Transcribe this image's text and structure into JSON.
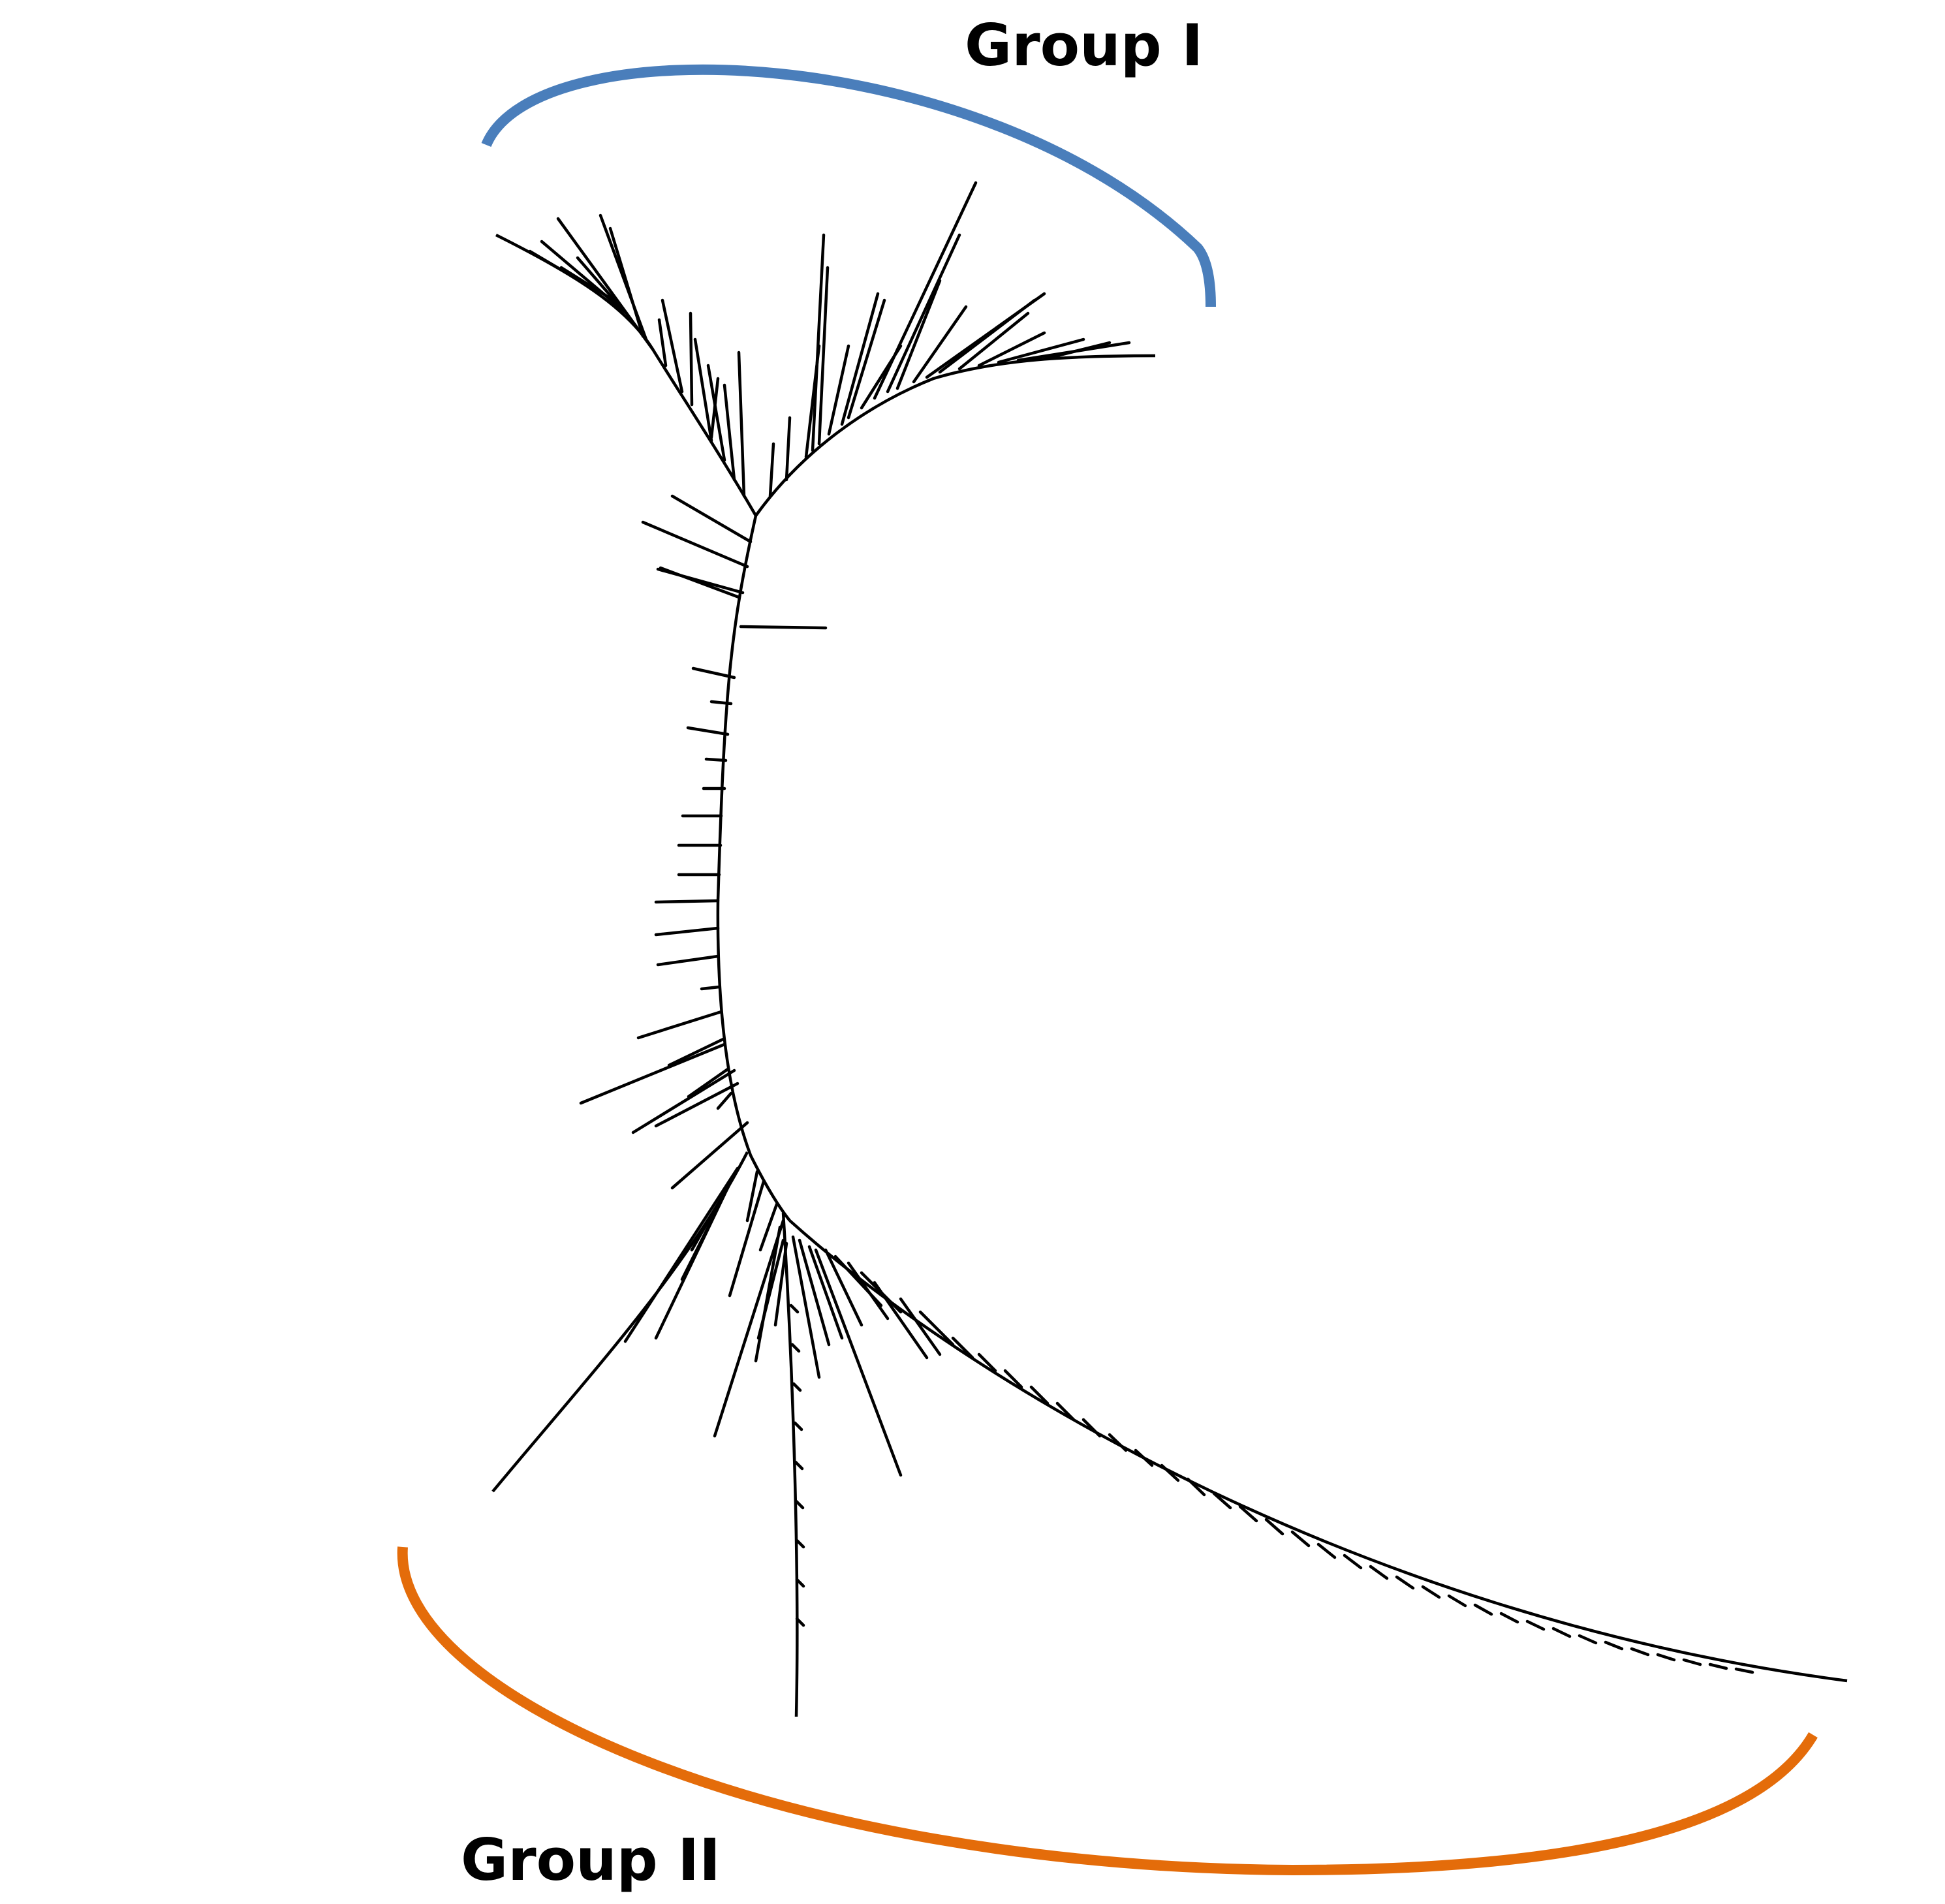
{
  "groups": [
    {
      "label": "Group I",
      "color": "#4a7ebb"
    },
    {
      "label": "Group II",
      "color": "#e46c0a"
    }
  ],
  "tree": {
    "type": "unrooted-phylogenetic-tree",
    "line_color": "#000000"
  }
}
